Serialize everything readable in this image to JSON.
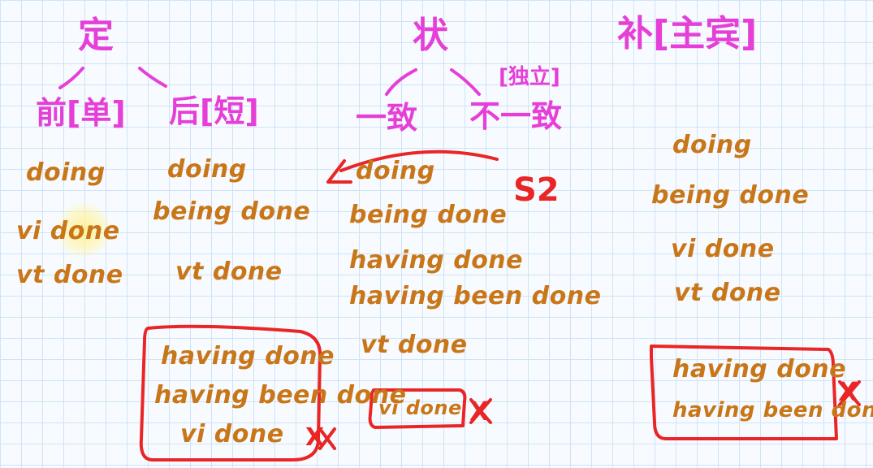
{
  "headings": {
    "ding": "定",
    "zhuang": "状",
    "bu": "补[主宾]"
  },
  "subheadings": {
    "qian": "前[单]",
    "hou": "后[短]",
    "yizhi": "一致",
    "buyizhi": "不一致",
    "duli": "[独立]"
  },
  "columns": {
    "qian_items": [
      "doing",
      "vi done",
      "vt done"
    ],
    "hou_items": [
      "doing",
      "being done",
      "vt done"
    ],
    "hou_boxed": [
      "having done",
      "having been done",
      "vi done"
    ],
    "zhuang_items": [
      "doing",
      "being done",
      "having done",
      "having been done",
      "vt done"
    ],
    "zhuang_boxed": [
      "vi done"
    ],
    "bu_items": [
      "doing",
      "being done",
      "vi done",
      "vt done"
    ],
    "bu_boxed": [
      "having done",
      "having been done"
    ]
  },
  "marks": {
    "subject2": "S2",
    "cross": "X"
  },
  "colors": {
    "heading": "#e63fd8",
    "item": "#c97618",
    "mark": "#ea2525",
    "grid": "#cfe3f6"
  }
}
